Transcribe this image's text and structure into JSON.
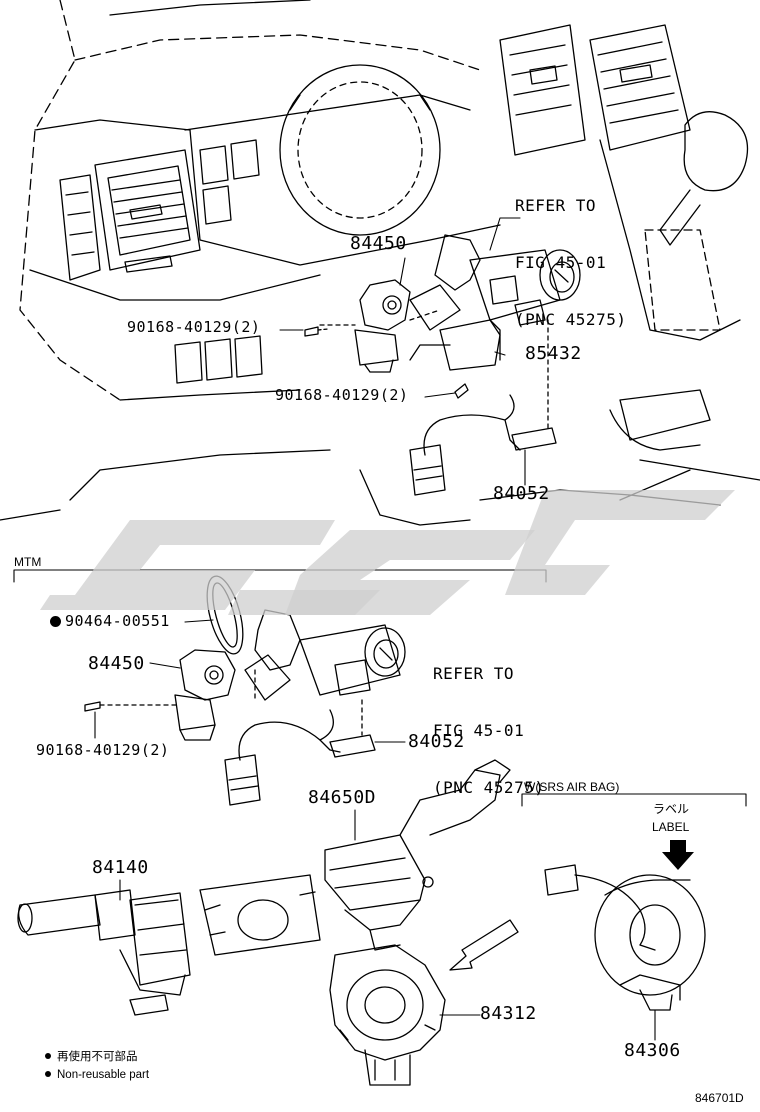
{
  "labels": {
    "refer_top": [
      "REFER TO",
      "FIG 45-01",
      "(PNC 45275)"
    ],
    "p84450_top": "84450",
    "p90168_a": "90168-40129(2)",
    "p85432": "85432",
    "p90168_b": "90168-40129(2)",
    "p84052_top": "84052",
    "mtm": "MTM",
    "p90464": "90464-00551",
    "p84450_mid": "84450",
    "refer_mid": [
      "REFER TO",
      "FIG 45-01",
      "(PNC 45275)"
    ],
    "p90168_c": "90168-40129(2)",
    "p84052_mid": "84052",
    "p84650d": "84650D",
    "srs": "W(SRS AIR BAG)",
    "label_jp": "ラベル",
    "label_en": "LABEL",
    "p84140": "84140",
    "p84312": "84312",
    "p84306": "84306",
    "legend_jp": "再使用不可部品",
    "legend_en": "Non-reusable part",
    "figure_id": "846701D"
  }
}
